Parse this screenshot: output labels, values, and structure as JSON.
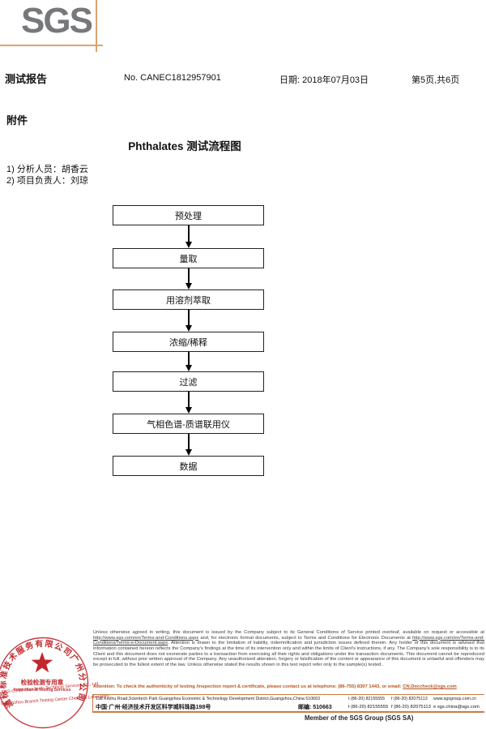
{
  "header": {
    "logo": "SGS",
    "report_title": "测试报告",
    "report_no": "No. CANEC1812957901",
    "date": "日期: 2018年07月03日",
    "page": "第5页,共6页"
  },
  "attachment": {
    "label": "附件",
    "title": "Phthalates 测试流程图",
    "notes": [
      "1) 分析人员：胡香云",
      "2) 项目负责人：刘琼"
    ]
  },
  "flowchart": {
    "steps": [
      "预处理",
      "量取",
      "用溶剂萃取",
      "浓缩/稀释",
      "过滤",
      "气相色谱-质谱联用仪",
      "数据"
    ]
  },
  "stamp": {
    "ring_text": "通标标准技术服务有限公司广州分公司",
    "center_line1": "检验检测专用章",
    "center_line2": "Inspection & Testing Services",
    "company_line1": "SGS-CSTC Standards Technical Services Co., Ltd.",
    "company_line2": "Guangzhou Branch Testing Center Chemical Laboratory.",
    "color": "#c1272d"
  },
  "footer": {
    "disclaimer": {
      "part1": "Unless otherwise agreed in writing, this document is issued by the Company subject to its General Conditions of Service printed overleaf, available on request or accessible at ",
      "url1": "http://www.sgs.com/en/Terms-and-Conditions.aspx",
      "part2": " and, for electronic format documents, subject to Terms and Conditions for Electronic Documents at ",
      "url2": "http://www.sgs.com/en/Terms-and-Conditions/Terms-e-Document.aspx",
      "part3": ". Attention is drawn to the limitation of liability, indemnification and jurisdiction issues defined therein. Any holder of this document is advised that information contained hereon reflects the Company's findings at the time of its intervention only and within the limits of Client's instructions, if any. The Company's sole responsibility is to its Client and this document does not exonerate parties to a transaction from exercising all their rights and obligations under the transaction documents. This document cannot be reproduced except in full, without prior written approval of the Company. Any unauthorized alteration, forgery or falsification of the content or appearance of this document is unlawful and offenders may be prosecuted to the fullest extent of the law. Unless otherwise stated the results shown in this test report refer only to the sample(s) tested ."
    },
    "attention": {
      "text": "Attention: To check the authenticity of testing /inspection report & certificate, please contact us at telephone: (86-755) 8307 1443, or email: ",
      "email": "CN.Doccheck@sgs.com"
    },
    "address_en": "198 Kezhu Road,Scientech Park Guangzhou Economic & Technology Development District,Guangzhou,China 510663",
    "address_en_t": "t (86-20) 82155555",
    "address_en_f": "f (86-20) 82075113",
    "address_en_web": "www.sgsgroup.com.cn",
    "address_cn": "中国·广州·经济技术开发区科学城科珠路198号",
    "address_cn_post": "邮编: 510663",
    "address_cn_t": "t (86-20) 82155555",
    "address_cn_f": "f (86-20) 82075113",
    "address_cn_email": "e sgs.china@sgs.com",
    "member": "Member of the SGS Group (SGS SA)"
  },
  "colors": {
    "accent_orange": "#cf7a3d",
    "header_crosshair": "#dda26c",
    "attention_orange": "#b5541f",
    "stamp_red": "#c1272d",
    "logo_gray": "#77787b"
  }
}
